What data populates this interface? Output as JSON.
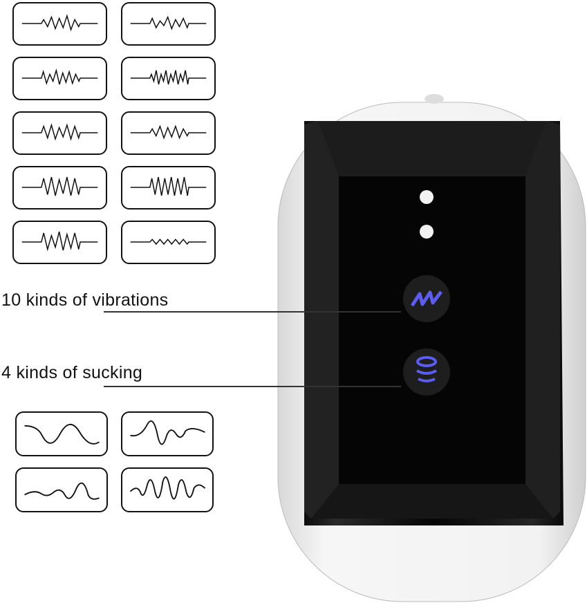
{
  "vibration": {
    "label": "10 kinds of vibrations",
    "pattern_count": 10,
    "icon": "zigzag-lightning-icon",
    "icon_color": "#5b5cf0"
  },
  "sucking": {
    "label": "4 kinds of sucking",
    "pattern_count": 4,
    "icon": "suction-rings-icon",
    "icon_color": "#5b5cf0"
  }
}
